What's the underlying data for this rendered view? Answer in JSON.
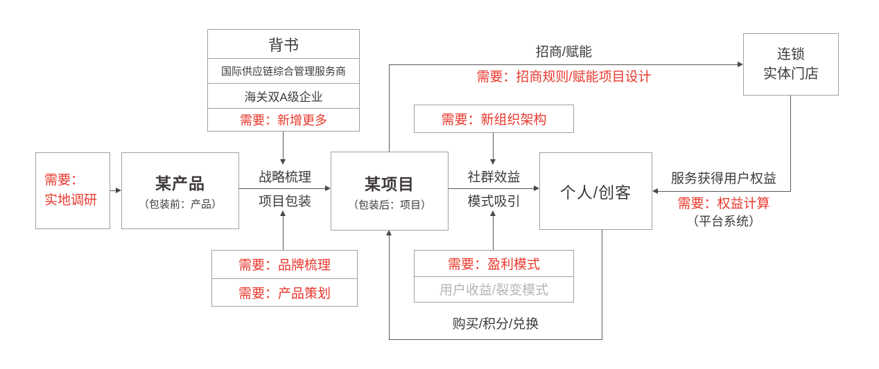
{
  "colors": {
    "accent_red": "#e8382d",
    "text_dark": "#3e3a39",
    "text_gray": "#b4b4b6",
    "box_border": "#9fa0a0",
    "connector": "#595757"
  },
  "nodes": {
    "endorsement": {
      "title": "背书",
      "line1": "国际供应链综合管理服务商",
      "line2": "海关双A级企业",
      "need": "需要：新增更多"
    },
    "field_research": {
      "line1": "需要：",
      "line2": "实地调研"
    },
    "product": {
      "title": "某产品",
      "subtitle": "（包装前：产品）"
    },
    "project": {
      "title": "某项目",
      "subtitle": "（包装后：项目）"
    },
    "person": {
      "title": "个人/创客"
    },
    "chain_store": {
      "line1": "连锁",
      "line2": "实体门店"
    },
    "new_org": {
      "need": "需要：新组织架构"
    },
    "brand": {
      "need1": "需要：品牌梳理",
      "need2": "需要：产品策划"
    },
    "profit": {
      "need": "需要：盈利模式",
      "sub": "用户收益/裂变模式"
    }
  },
  "edges": {
    "strategy": {
      "label1": "战略梳理",
      "label2": "项目包装"
    },
    "community": {
      "label1": "社群效益",
      "label2": "模式吸引"
    },
    "invest": {
      "label": "招商/赋能",
      "need": "需要：招商规则/赋能项目设计"
    },
    "rights": {
      "label": "服务获得用户权益",
      "need": "需要：权益计算",
      "sub": "（平台系统）"
    },
    "purchase": {
      "label": "购买/积分/兑换"
    }
  }
}
